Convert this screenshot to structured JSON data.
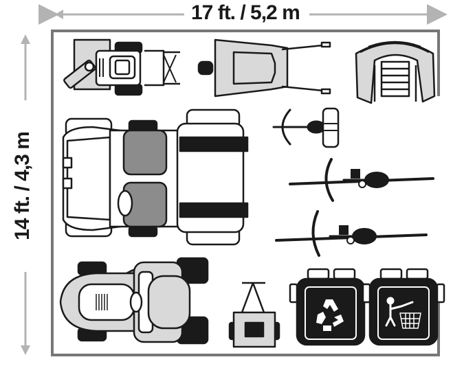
{
  "dimensions": {
    "width_label": "17 ft. / 5,2 m",
    "height_label": "14 ft. / 4,3 m"
  },
  "colors": {
    "outline": "#1a1a1a",
    "wall": "#777777",
    "light_fill": "#d9d9d9",
    "mid_fill": "#8c8c8c",
    "dark_fill": "#1a1a1a",
    "arrow": "#b3b3b3"
  },
  "items": [
    {
      "name": "riding-mower-attachment",
      "icon": "mower-cart-icon"
    },
    {
      "name": "wheelbarrow",
      "icon": "wheelbarrow-icon"
    },
    {
      "name": "stacked-lawn-chairs",
      "icon": "chairs-icon"
    },
    {
      "name": "utility-vehicle",
      "icon": "utv-icon"
    },
    {
      "name": "child-bicycle",
      "icon": "bicycle-icon"
    },
    {
      "name": "bicycle-1",
      "icon": "bicycle-icon"
    },
    {
      "name": "bicycle-2",
      "icon": "bicycle-icon"
    },
    {
      "name": "lawn-tractor",
      "icon": "tractor-icon"
    },
    {
      "name": "garden-cart",
      "icon": "cart-icon"
    },
    {
      "name": "recycling-bin",
      "icon": "recycle-icon"
    },
    {
      "name": "trash-bin",
      "icon": "trash-icon"
    }
  ]
}
